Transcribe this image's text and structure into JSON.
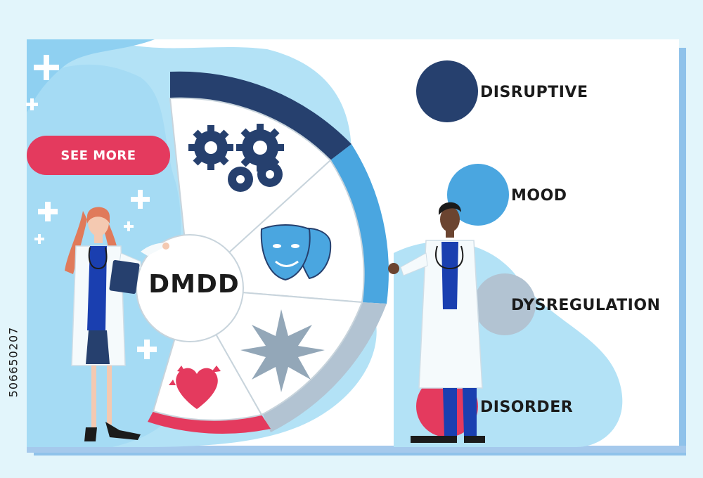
{
  "button": {
    "label": "SEE MORE"
  },
  "acronym": {
    "label": "DMDD"
  },
  "terms": [
    {
      "label": "DISRUPTIVE",
      "dot_color": "#26406e"
    },
    {
      "label": "MOOD",
      "dot_color": "#4aa6e0"
    },
    {
      "label": "DYSREGULATION",
      "dot_color": "#b2c3d2"
    },
    {
      "label": "DISORDER",
      "dot_color": "#e43a5e"
    }
  ],
  "stock_id": "506650207",
  "icons": [
    "gears-icon",
    "theater-masks-icon",
    "burst-icon",
    "broken-heart-icon"
  ],
  "colors": {
    "navy": "#26406e",
    "sky": "#4aa6e0",
    "gray": "#b2c3d2",
    "pink": "#e43a5e",
    "light_blue_bg": "#e2f5fb"
  }
}
